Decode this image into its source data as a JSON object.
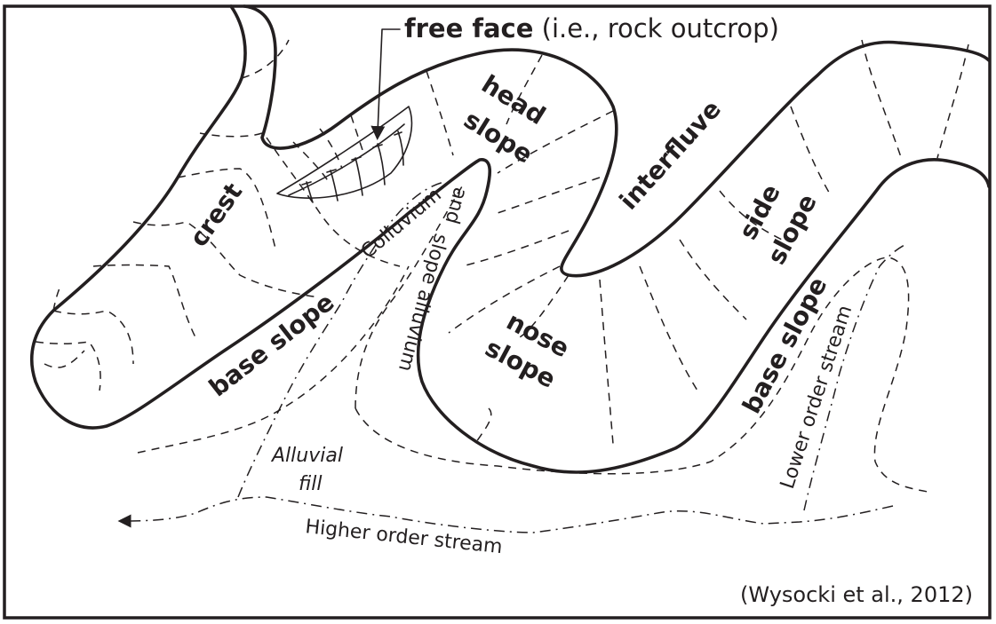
{
  "diagram": {
    "title_bold": "free face",
    "title_rest": " (i.e., rock outcrop)",
    "labels": {
      "crest": "crest",
      "head": "head",
      "head_slope": "slope",
      "interfluve": "interfluve",
      "side": "side",
      "side_slope": "slope",
      "nose": "nose",
      "nose_slope": "slope",
      "base_slope_left": "base slope",
      "base_slope_right": "base slope",
      "colluvium": "Colluvium",
      "and_slope_alluvium_1": "and",
      "and_slope_alluvium_2": "slope alluvium",
      "alluvial": "Alluvial",
      "fill": "fill",
      "higher_order_stream": "Higher order stream",
      "lower_order_stream": "Lower order stream"
    },
    "citation": "(Wysocki et al., 2012)",
    "colors": {
      "ink": "#231f20",
      "background": "#ffffff"
    }
  }
}
